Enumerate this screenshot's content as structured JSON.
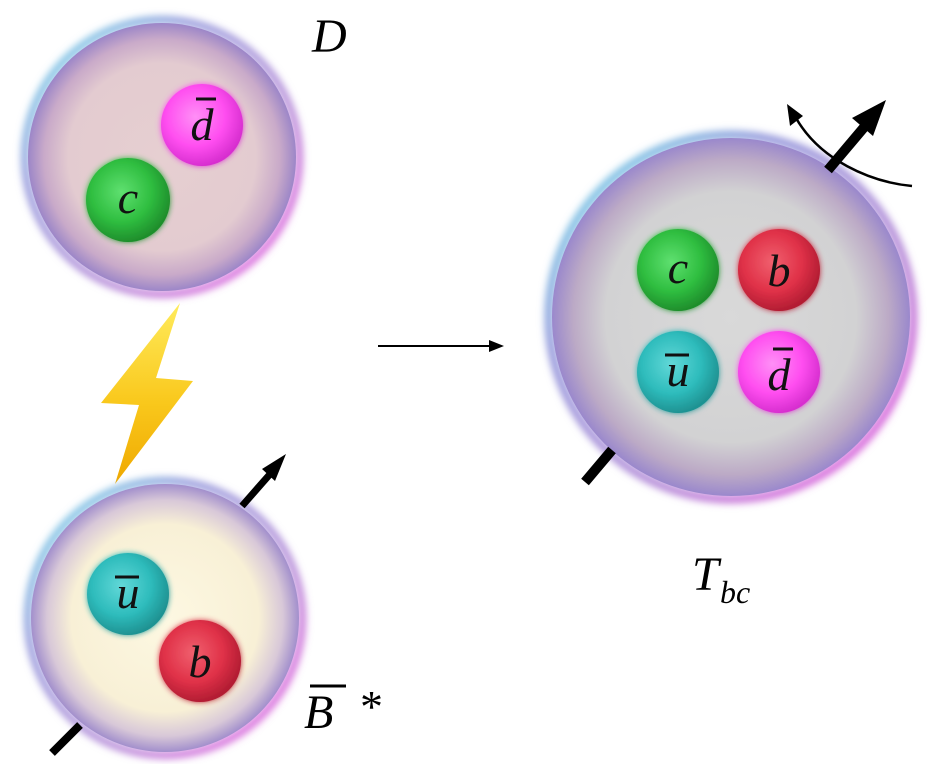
{
  "particles": {
    "d_meson": {
      "label": "D",
      "quarks": [
        {
          "symbol": "c",
          "bar": false,
          "color": "#2cbf3e"
        },
        {
          "symbol": "d",
          "bar": true,
          "color": "#ff4bf0"
        }
      ],
      "body_color": "#e9cdd0"
    },
    "b_star_meson": {
      "label": "B",
      "bar": true,
      "suffix": "*",
      "quarks": [
        {
          "symbol": "u",
          "bar": true,
          "color": "#2bbcbc"
        },
        {
          "symbol": "b",
          "bar": false,
          "color": "#e03047"
        }
      ],
      "body_color": "#fbf6de"
    },
    "tetraquark": {
      "label": "T",
      "subscript": "bc",
      "quarks": [
        {
          "symbol": "c",
          "bar": false,
          "color": "#2cbf3e"
        },
        {
          "symbol": "b",
          "bar": false,
          "color": "#e03047"
        },
        {
          "symbol": "u",
          "bar": true,
          "color": "#2bbcbc"
        },
        {
          "symbol": "d",
          "bar": true,
          "color": "#ff4bf0"
        }
      ],
      "body_color": "#d6d6d6"
    }
  },
  "icons": {
    "interaction": "lightning-bolt-icon",
    "process": "right-arrow-icon",
    "spin": "spin-arrow-icon",
    "rotation": "curved-arrow-icon"
  },
  "colors": {
    "rim_blue": "#7b88d8",
    "rim_cyan": "#4fe0e6",
    "rim_magenta": "#e24bd8",
    "bolt_top": "#ffe44a",
    "bolt_bottom": "#f2b400",
    "ink": "#000000"
  }
}
